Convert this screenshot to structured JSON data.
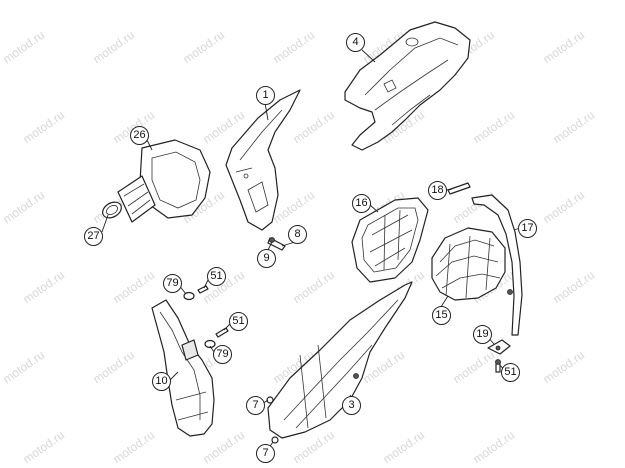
{
  "watermark": "motod.ru",
  "callouts": [
    "1",
    "4",
    "26",
    "27",
    "8",
    "9",
    "16",
    "18",
    "17",
    "15",
    "79",
    "51",
    "51",
    "79",
    "10",
    "7",
    "3",
    "7",
    "19",
    "51"
  ]
}
